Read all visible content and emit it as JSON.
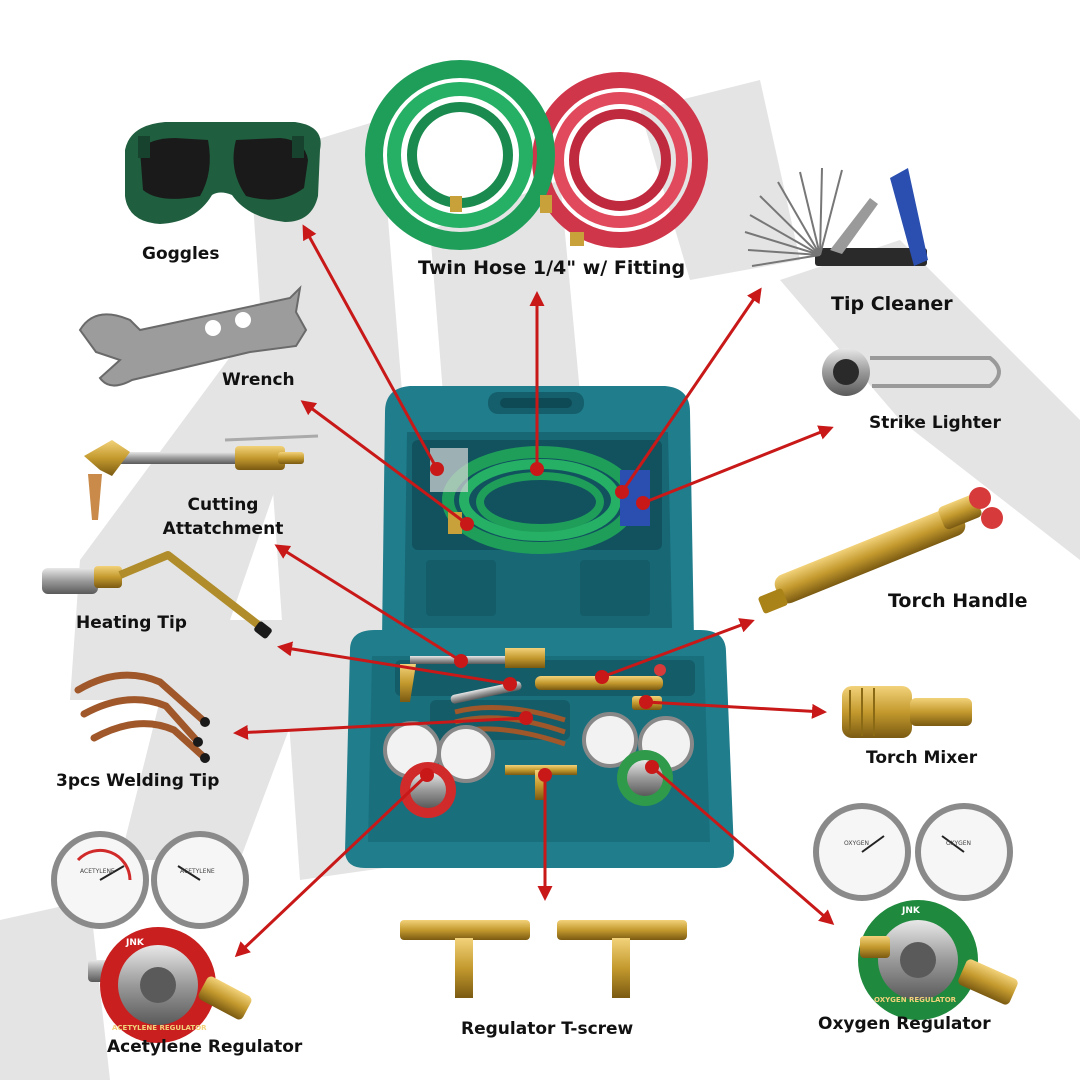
{
  "labels": {
    "goggles": "Goggles",
    "twin_hose": "Twin Hose 1/4\" w/ Fitting",
    "tip_cleaner": "Tip Cleaner",
    "wrench": "Wrench",
    "strike_lighter": "Strike Lighter",
    "cutting_attachment_line1": "Cutting",
    "cutting_attachment_line2": "Attatchment",
    "torch_handle": "Torch Handle",
    "heating_tip": "Heating Tip",
    "torch_mixer": "Torch Mixer",
    "welding_tip": "3pcs Welding Tip",
    "acetylene_regulator": "Acetylene Regulator",
    "regulator_tscrew": "Regulator T-screw",
    "oxygen_regulator": "Oxygen Regulator"
  },
  "product_markings": {
    "brand": "JNK",
    "acetylene_ring_text": "ACETYLENE REGULATOR",
    "oxygen_ring_text": "OXYGEN REGULATOR",
    "acetylene_low_gauge_text": "ACETYLENE",
    "acetylene_high_gauge_text": "ACETYLENE",
    "oxygen_low_gauge_text": "OXYGEN",
    "oxygen_high_gauge_text": "OXYGEN"
  },
  "colors": {
    "case": "#1f7d8c",
    "case_dark": "#155f6c",
    "arrow": "#c81818",
    "hose_green": "#1f9e5a",
    "hose_red": "#d0364a",
    "brass": "#c9a13a",
    "copper": "#a0572a",
    "watermark": "#e3e3e3"
  }
}
